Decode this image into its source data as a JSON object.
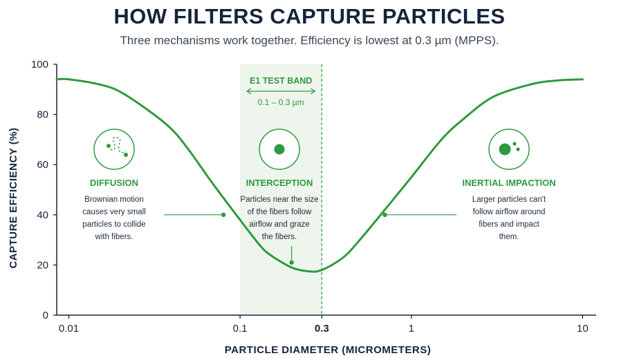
{
  "header": {
    "title": "HOW FILTERS CAPTURE PARTICLES",
    "subtitle": "Three mechanisms work together. Efficiency is lowest at 0.3 µm (MPPS)."
  },
  "colors": {
    "accent": "#2e9a40",
    "band_fill": "#eef5ec",
    "text": "#16243a"
  },
  "chart_data": {
    "type": "line",
    "xlabel": "PARTICLE DIAMETER (MICROMETERS)",
    "ylabel": "CAPTURE EFFICIENCY (%)",
    "x_scale": "log",
    "xlim": [
      0.0085,
      12
    ],
    "ylim": [
      0,
      100
    ],
    "x_ticks": [
      {
        "value": 0.01,
        "label": "0.01"
      },
      {
        "value": 0.1,
        "label": "0.1"
      },
      {
        "value": 0.3,
        "label": "0.3",
        "highlight": true
      },
      {
        "value": 1,
        "label": "1"
      },
      {
        "value": 10,
        "label": "10"
      }
    ],
    "y_ticks": [
      {
        "value": 0,
        "label": "0"
      },
      {
        "value": 20,
        "label": "20"
      },
      {
        "value": 40,
        "label": "40"
      },
      {
        "value": 60,
        "label": "60"
      },
      {
        "value": 80,
        "label": "80"
      },
      {
        "value": 100,
        "label": "100"
      }
    ],
    "grid": false,
    "series": [
      {
        "x": [
          0.0085,
          0.01,
          0.015,
          0.02,
          0.03,
          0.04,
          0.05,
          0.07,
          0.1,
          0.13,
          0.15,
          0.2,
          0.25,
          0.3,
          0.4,
          0.5,
          0.7,
          1,
          1.5,
          2,
          3,
          5,
          7,
          10
        ],
        "y": [
          94,
          94,
          92,
          89,
          81,
          74,
          66,
          52,
          38,
          28,
          24,
          19,
          17.5,
          18,
          23,
          30,
          42,
          55,
          70,
          78,
          87,
          92,
          93.5,
          94
        ]
      }
    ],
    "band": {
      "x_range": [
        0.1,
        0.3
      ],
      "title": "E1 TEST BAND",
      "range_label": "0.1 – 0.3 µm"
    },
    "mechanisms": [
      {
        "name": "DIFFUSION",
        "icon": "brownian-path-icon",
        "desc": [
          "Brownian motion",
          "causes very small",
          "particles to collide",
          "with fibers."
        ],
        "pointer": {
          "x": 0.08,
          "y": 40
        }
      },
      {
        "name": "INTERCEPTION",
        "icon": "particle-in-circle-icon",
        "desc": [
          "Particles near the size",
          "of the fibers follow",
          "airflow and graze",
          "the fibers."
        ],
        "pointer": {
          "x": 0.2,
          "y": 21
        }
      },
      {
        "name": "INERTIAL IMPACTION",
        "icon": "impaction-particles-icon",
        "desc": [
          "Larger particles can't",
          "follow airflow around",
          "fibers and impact",
          "them."
        ],
        "pointer": {
          "x": 0.7,
          "y": 40
        }
      }
    ]
  }
}
